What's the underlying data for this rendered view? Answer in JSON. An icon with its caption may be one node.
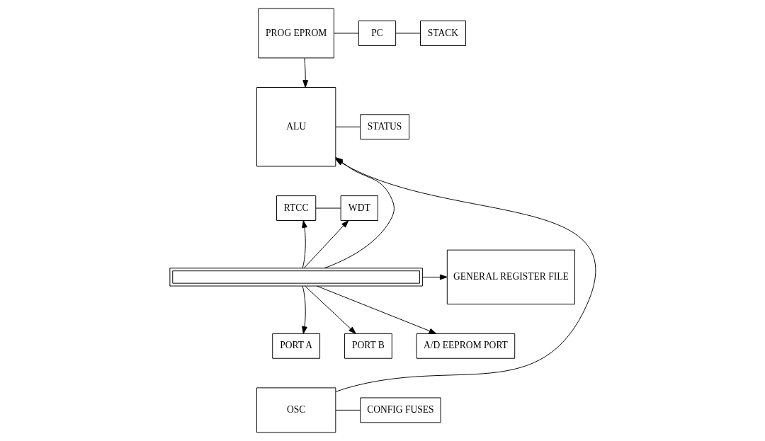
{
  "diagram": {
    "nodes": [
      {
        "text": [
          "PROG EPROM"
        ]
      },
      {
        "text": [
          "PC"
        ]
      },
      {
        "text": [
          "STACK"
        ]
      },
      {
        "text": [
          "ALU"
        ]
      },
      {
        "text": [
          "STATUS"
        ]
      },
      {
        "text": [
          "RTCC"
        ]
      },
      {
        "text": [
          "WDT"
        ]
      },
      {
        "text": [
          "GENERAL REGISTER FILE"
        ]
      },
      {
        "text": [],
        "shape": "bar"
      },
      {
        "text": [
          "PORT A"
        ]
      },
      {
        "text": [
          "PORT B"
        ]
      },
      {
        "text": [
          "A/D EEPROM PORT"
        ]
      },
      {
        "text": [
          "OSC"
        ]
      },
      {
        "text": [
          "CONFIG FUSES"
        ]
      }
    ],
    "edges": [
      {
        "from": 0,
        "to": 1,
        "arrow": "none"
      },
      {
        "from": 1,
        "to": 2,
        "arrow": "none"
      },
      {
        "from": 0,
        "to": 3,
        "arrow": "to"
      },
      {
        "from": 3,
        "to": 4,
        "arrow": "none"
      },
      {
        "from": 5,
        "to": 6,
        "arrow": "none"
      },
      {
        "from": 8,
        "to": 5,
        "arrow": "to"
      },
      {
        "from": 8,
        "to": 6,
        "arrow": "to"
      },
      {
        "from": 8,
        "to": 3,
        "arrow": "to"
      },
      {
        "from": 8,
        "to": 7,
        "arrow": "to"
      },
      {
        "from": 8,
        "to": 9,
        "arrow": "to"
      },
      {
        "from": 8,
        "to": 10,
        "arrow": "to"
      },
      {
        "from": 8,
        "to": 11,
        "arrow": "to"
      },
      {
        "from": 12,
        "to": 3,
        "arrow": "to"
      },
      {
        "from": 12,
        "to": 13,
        "arrow": "none"
      }
    ]
  }
}
